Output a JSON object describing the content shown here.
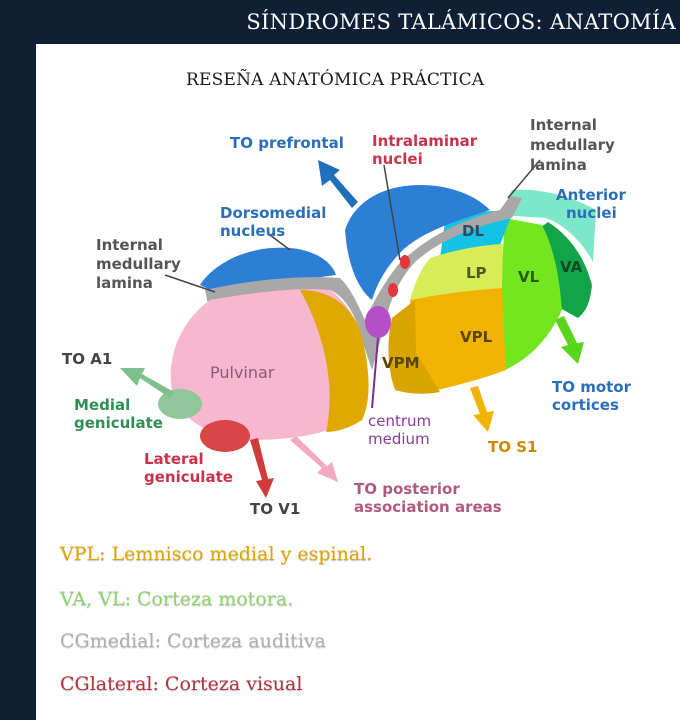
{
  "header": {
    "title": "SÍNDROMES TALÁMICOS: ANATOMÍA"
  },
  "panel": {
    "subtitle": "RESEÑA ANATÓMICA PRÁCTICA"
  },
  "diagram": {
    "labels": {
      "to_prefrontal": "TO prefrontal",
      "intralaminar_1": "Intralaminar",
      "intralaminar_2": "nuclei",
      "int_med_top_1": "Internal",
      "int_med_top_2": "medullary",
      "int_med_top_3": "lamina",
      "anterior_1": "Anterior",
      "anterior_2": "nuclei",
      "dorsomedial_1": "Dorsomedial",
      "dorsomedial_2": "nucleus",
      "int_med_left_1": "Internal",
      "int_med_left_2": "medullary",
      "int_med_left_3": "lamina",
      "dl": "DL",
      "lp": "LP",
      "vl": "VL",
      "va": "VA",
      "vpl": "VPL",
      "vpm": "VPM",
      "pulvinar": "Pulvinar",
      "to_a1": "TO A1",
      "medial_gen_1": "Medial",
      "medial_gen_2": "geniculate",
      "lateral_gen_1": "Lateral",
      "lateral_gen_2": "geniculate",
      "to_v1": "TO V1",
      "to_posterior_1": "TO posterior",
      "to_posterior_2": "association areas",
      "centrum_1": "centrum",
      "centrum_2": "medium",
      "to_s1": "TO S1",
      "to_motor_1": "TO motor",
      "to_motor_2": "cortices"
    },
    "colors": {
      "dorsomedial": "#2d7fd6",
      "pulvinar": "#f7b8cf",
      "vpl": "#f0b400",
      "vpm": "#d9a400",
      "lp": "#d8ec57",
      "dl": "#14c3e3",
      "vl": "#72e61f",
      "va": "#13a34a",
      "anterior": "#7ee6c9",
      "lamina": "#a8a8a8",
      "medial_gen": "#8fc79a",
      "lateral_gen": "#d94646",
      "centrum": "#b44fc7",
      "label_blue": "#2a6fb8",
      "label_red": "#c8334a",
      "label_gray": "#555555"
    }
  },
  "legend": [
    {
      "text": "VPL: Lemnisco medial y espinal.",
      "color": "#e0a600"
    },
    {
      "text": "VA, VL: Corteza motora.",
      "color": "#8fd670"
    },
    {
      "text": "CGmedial: Corteza auditiva",
      "color": "#b0b0b0"
    },
    {
      "text": "CGlateral: Corteza visual",
      "color": "#b8323e"
    }
  ]
}
